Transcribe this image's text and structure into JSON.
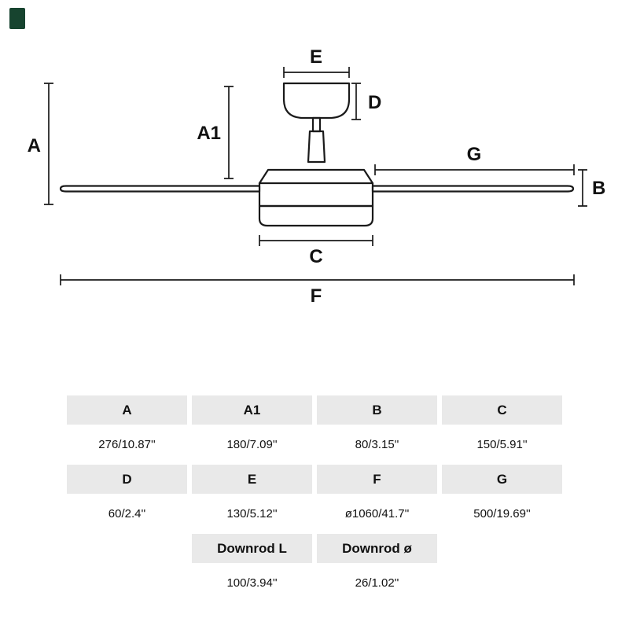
{
  "diagram": {
    "labels": {
      "A": "A",
      "A1": "A1",
      "B": "B",
      "C": "C",
      "D": "D",
      "E": "E",
      "F": "F",
      "G": "G"
    }
  },
  "table": {
    "rows": [
      {
        "type": "header",
        "cells": [
          "A",
          "A1",
          "B",
          "C"
        ]
      },
      {
        "type": "values",
        "cells": [
          "276/10.87''",
          "180/7.09''",
          "80/3.15''",
          "150/5.91''"
        ]
      },
      {
        "type": "header",
        "cells": [
          "D",
          "E",
          "F",
          "G"
        ]
      },
      {
        "type": "values",
        "cells": [
          "60/2.4''",
          "130/5.12''",
          "ø1060/41.7''",
          "500/19.69''"
        ]
      },
      {
        "type": "header",
        "cells": [
          "Downrod L",
          "Downrod ø"
        ]
      },
      {
        "type": "values",
        "cells": [
          "100/3.94''",
          "26/1.02''"
        ]
      }
    ]
  }
}
